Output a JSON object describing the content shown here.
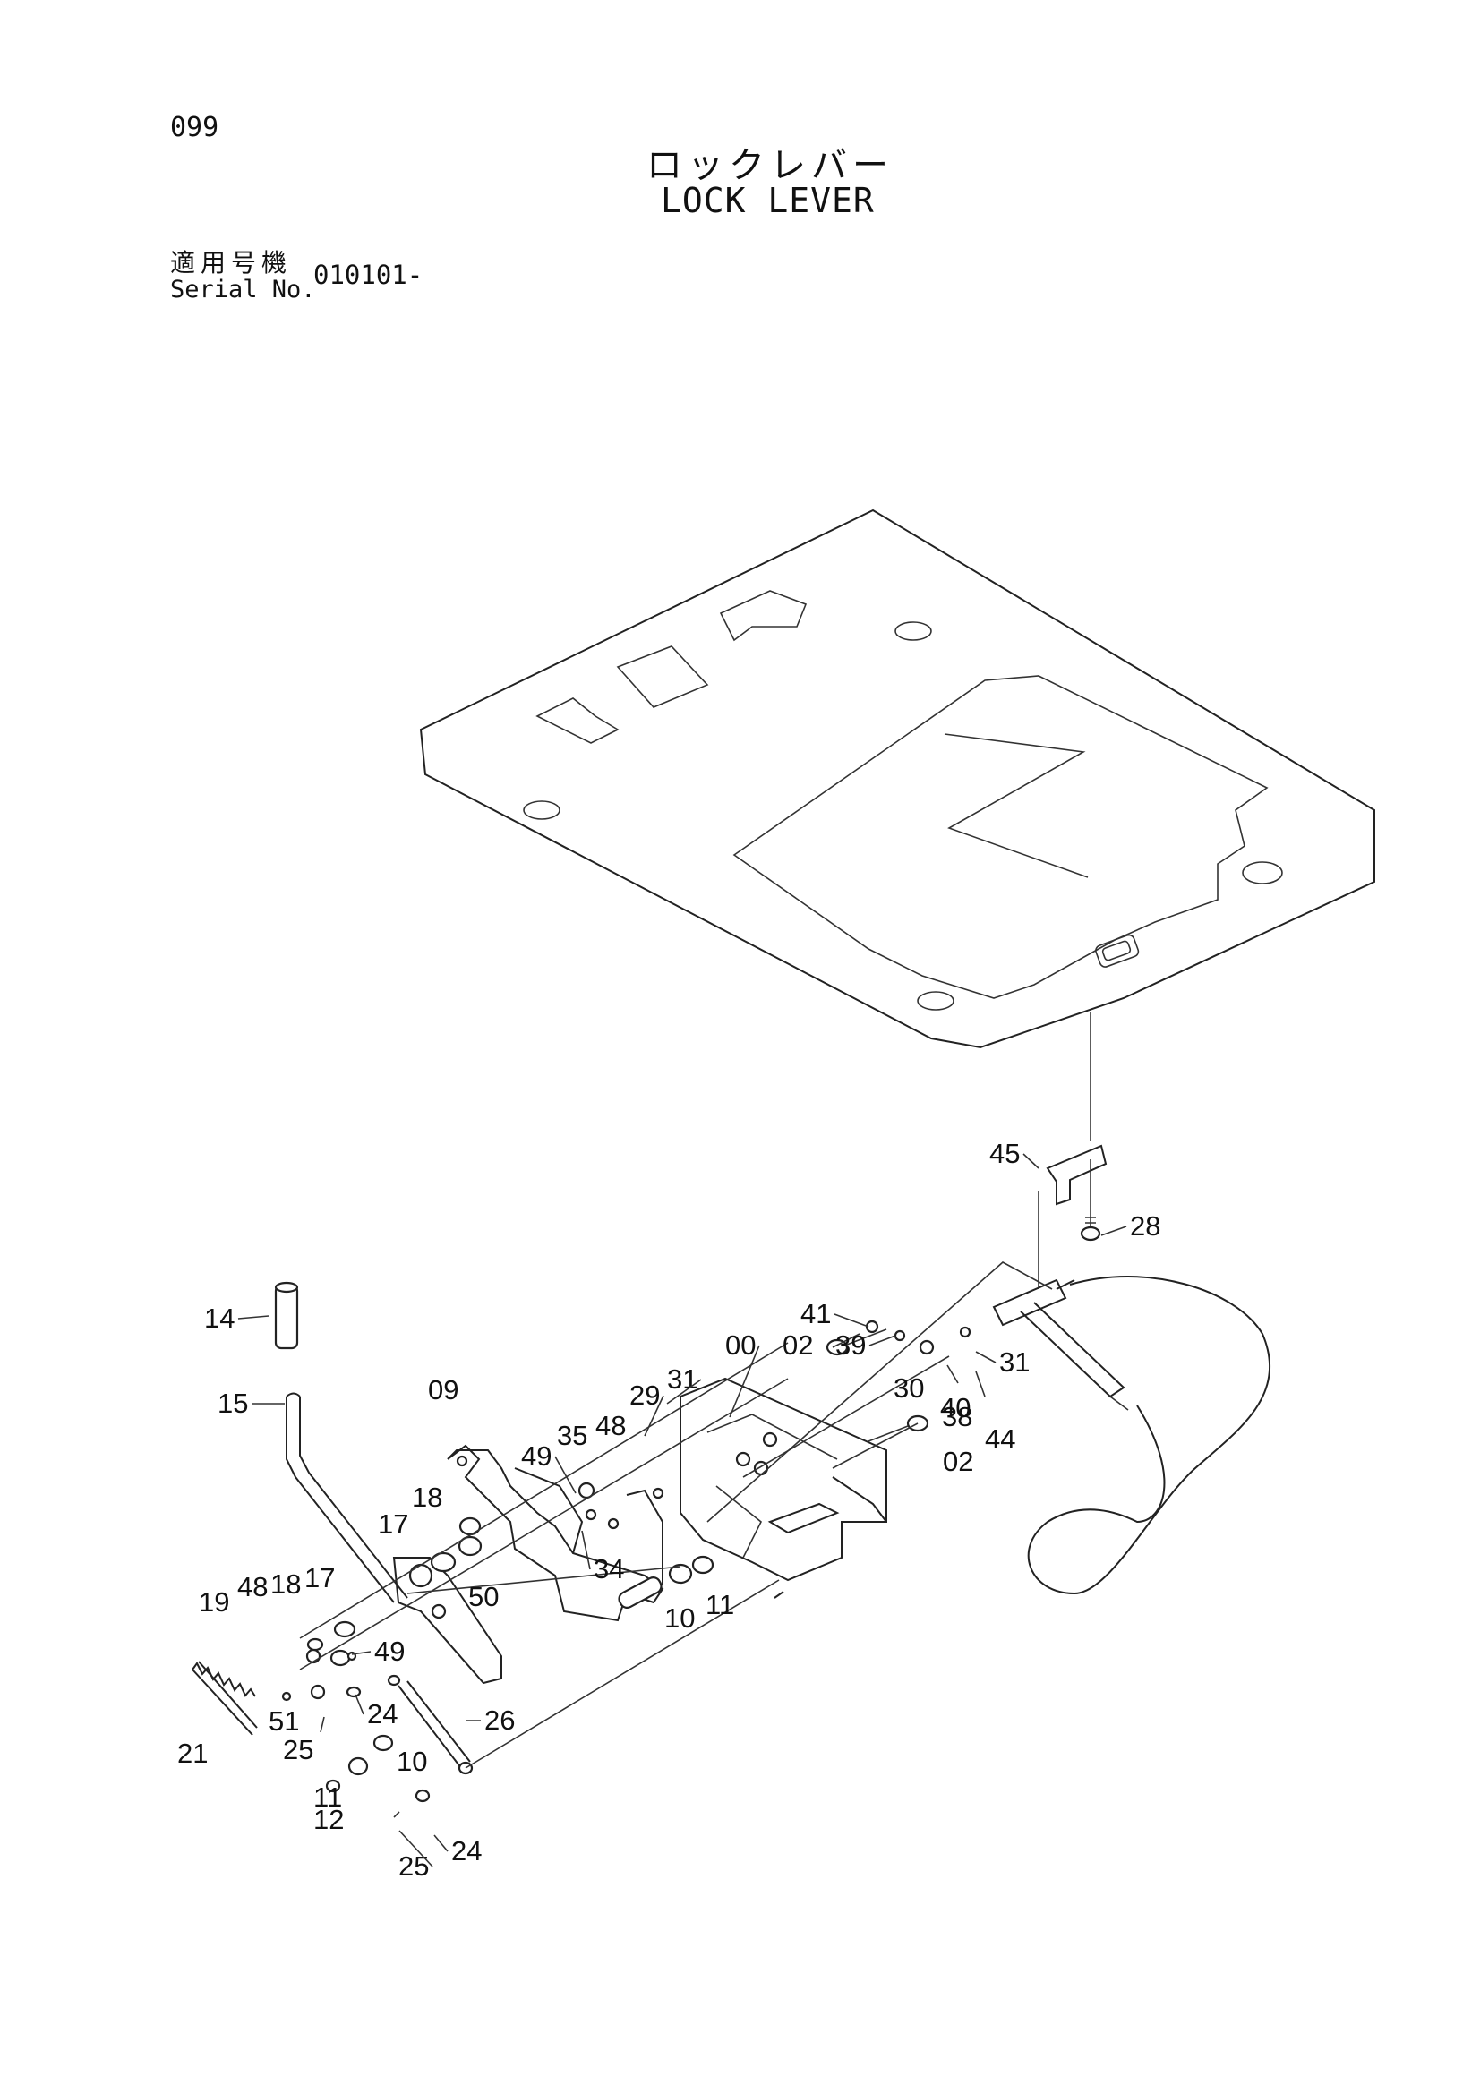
{
  "header": {
    "page_number": "099",
    "title_jp": "ロックレバー",
    "title_en": "LOCK LEVER",
    "serial_label_jp": "適用号機",
    "serial_label_en": "Serial No.",
    "serial_value": "010101-"
  },
  "callouts": [
    "14",
    "15",
    "09",
    "18",
    "17",
    "19",
    "48",
    "18",
    "17",
    "49",
    "21",
    "51",
    "25",
    "24",
    "10",
    "11",
    "12",
    "25",
    "24",
    "26",
    "50",
    "49",
    "35",
    "48",
    "34",
    "29",
    "31",
    "10",
    "11",
    "00",
    "02",
    "41",
    "39",
    "02",
    "30",
    "40",
    "31",
    "38",
    "44",
    "45",
    "28"
  ]
}
